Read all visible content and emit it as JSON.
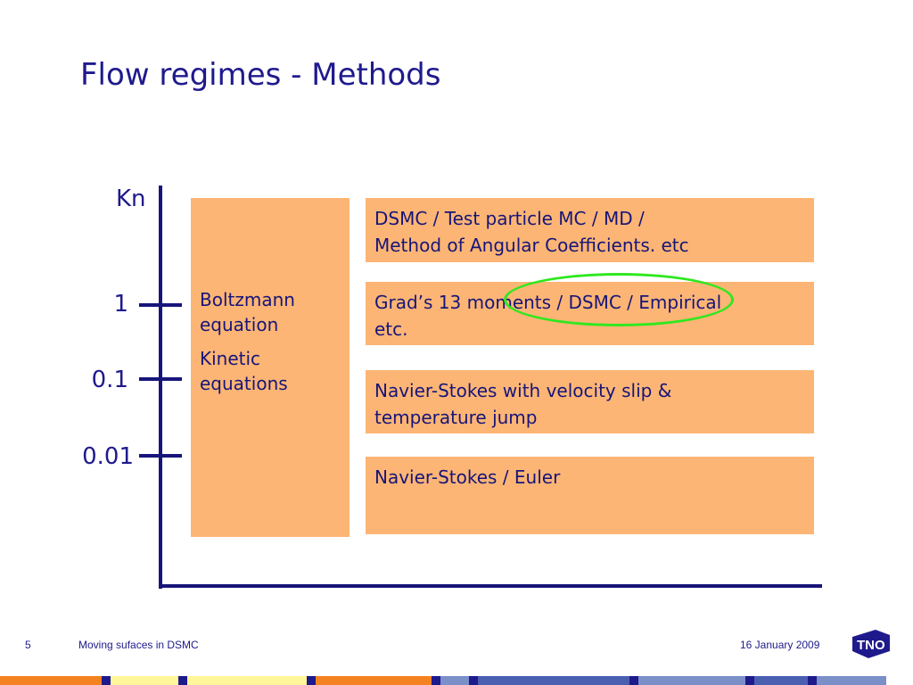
{
  "slide": {
    "title": "Flow regimes - Methods",
    "axis_label": "Kn",
    "ticks": [
      "1",
      "0.1",
      "0.01"
    ],
    "left_box": {
      "para1_line1": "Boltzmann",
      "para1_line2": "equation",
      "para2_line1": "Kinetic",
      "para2_line2": "equations"
    },
    "right_boxes": [
      {
        "line1": "DSMC / Test particle MC / MD /",
        "line2": "Method of Angular Coefficients. etc"
      },
      {
        "line1": "Grad’s 13 moments / DSMC / Empirical",
        "line2": "etc."
      },
      {
        "line1": "Navier-Stokes with velocity slip &",
        "line2": "temperature jump"
      },
      {
        "line1": "Navier-Stokes / Euler",
        "line2": ""
      }
    ],
    "box_color": "#fcb574",
    "highlight_color": "#2ee81f",
    "text_color": "#17157a"
  },
  "footer": {
    "page_number": "5",
    "subject": "Moving sufaces in DSMC",
    "date": "16 January 2009",
    "logo_text": "TNO"
  }
}
